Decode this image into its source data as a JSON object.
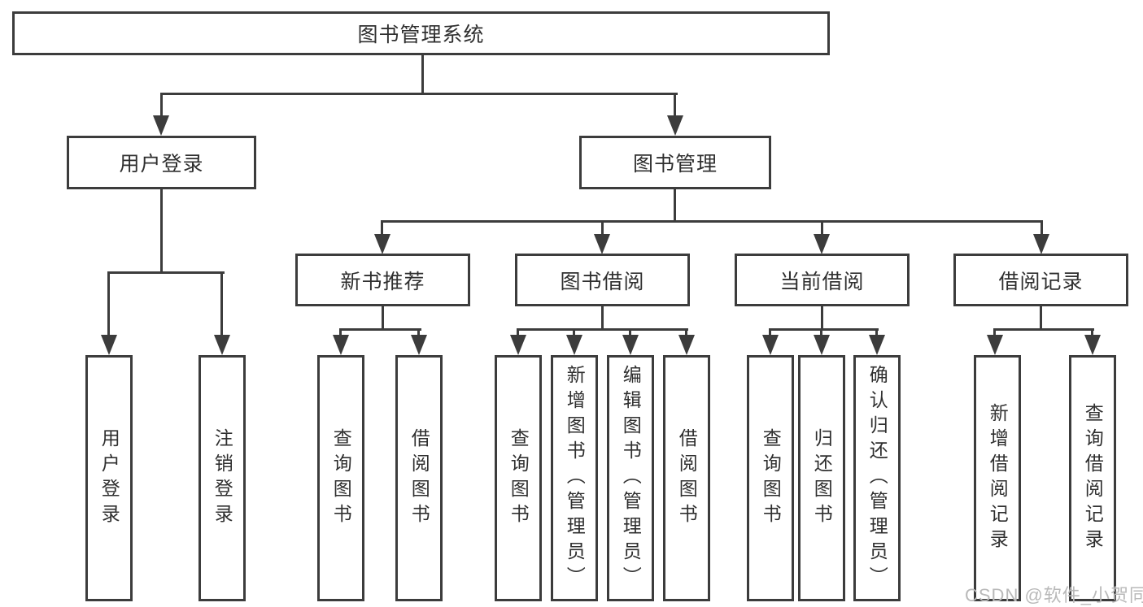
{
  "diagram_title": "图书管理系统",
  "tree": {
    "root": {
      "label": "图书管理系统"
    },
    "children": [
      {
        "label": "用户登录",
        "children": [
          {
            "label": "用户登录"
          },
          {
            "label": "注销登录"
          }
        ]
      },
      {
        "label": "图书管理",
        "children": [
          {
            "label": "新书推荐",
            "children": [
              {
                "label": "查询图书"
              },
              {
                "label": "借阅图书"
              }
            ]
          },
          {
            "label": "图书借阅",
            "children": [
              {
                "label": "查询图书"
              },
              {
                "label": "新增图书（管理员）"
              },
              {
                "label": "编辑图书（管理员）"
              },
              {
                "label": "借阅图书"
              }
            ]
          },
          {
            "label": "当前借阅",
            "children": [
              {
                "label": "查询图书"
              },
              {
                "label": "归还图书"
              },
              {
                "label": "确认归还（管理员）"
              }
            ]
          },
          {
            "label": "借阅记录",
            "children": [
              {
                "label": "新增借阅记录"
              },
              {
                "label": "查询借阅记录"
              }
            ]
          }
        ]
      }
    ]
  },
  "watermark": {
    "text": "CSDN @软件_小贺同学"
  },
  "colors": {
    "line": "#3c3c3c",
    "text": "#2f2f2f",
    "watermark": "#b9b9b9",
    "background": "#ffffff"
  }
}
